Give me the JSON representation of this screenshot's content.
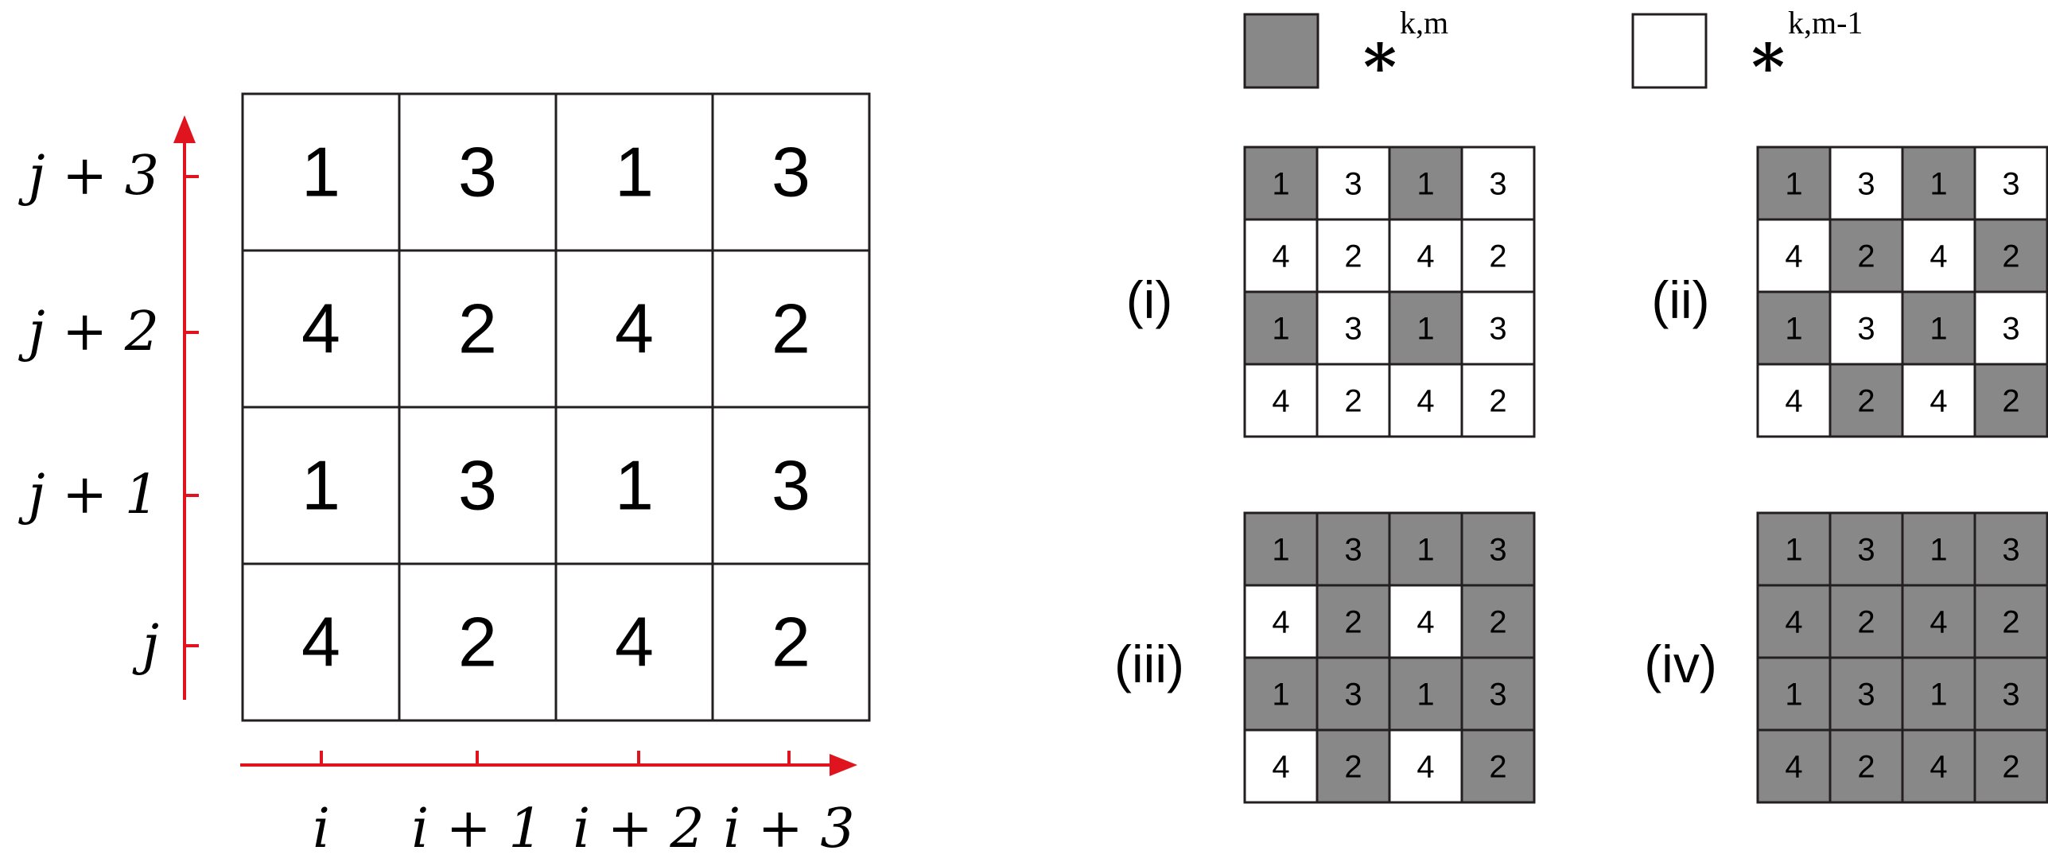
{
  "main_grid": {
    "rows": [
      [
        "1",
        "3",
        "1",
        "3"
      ],
      [
        "4",
        "2",
        "4",
        "2"
      ],
      [
        "1",
        "3",
        "1",
        "3"
      ],
      [
        "4",
        "2",
        "4",
        "2"
      ]
    ],
    "y_labels": [
      "j + 3",
      "j + 2",
      "j + 1",
      "j"
    ],
    "x_labels": [
      "i",
      "i + 1",
      "i + 2",
      "i + 3"
    ]
  },
  "legend": [
    {
      "swatch": "gray",
      "symbol": "*",
      "superscript": "k,m"
    },
    {
      "swatch": "white",
      "symbol": "*",
      "superscript": "k,m-1"
    }
  ],
  "patterns": [
    {
      "label": "(i)",
      "shade": [
        [
          1,
          0,
          1,
          0
        ],
        [
          0,
          0,
          0,
          0
        ],
        [
          1,
          0,
          1,
          0
        ],
        [
          0,
          0,
          0,
          0
        ]
      ]
    },
    {
      "label": "(ii)",
      "shade": [
        [
          1,
          0,
          1,
          0
        ],
        [
          0,
          1,
          0,
          1
        ],
        [
          1,
          0,
          1,
          0
        ],
        [
          0,
          1,
          0,
          1
        ]
      ]
    },
    {
      "label": "(iii)",
      "shade": [
        [
          1,
          1,
          1,
          1
        ],
        [
          0,
          1,
          0,
          1
        ],
        [
          1,
          1,
          1,
          1
        ],
        [
          0,
          1,
          0,
          1
        ]
      ]
    },
    {
      "label": "(iv)",
      "shade": [
        [
          1,
          1,
          1,
          1
        ],
        [
          1,
          1,
          1,
          1
        ],
        [
          1,
          1,
          1,
          1
        ],
        [
          1,
          1,
          1,
          1
        ]
      ]
    }
  ],
  "colors": {
    "gray": "#888888",
    "white": "#ffffff",
    "axis": "#e0141e",
    "line": "#231f20"
  }
}
